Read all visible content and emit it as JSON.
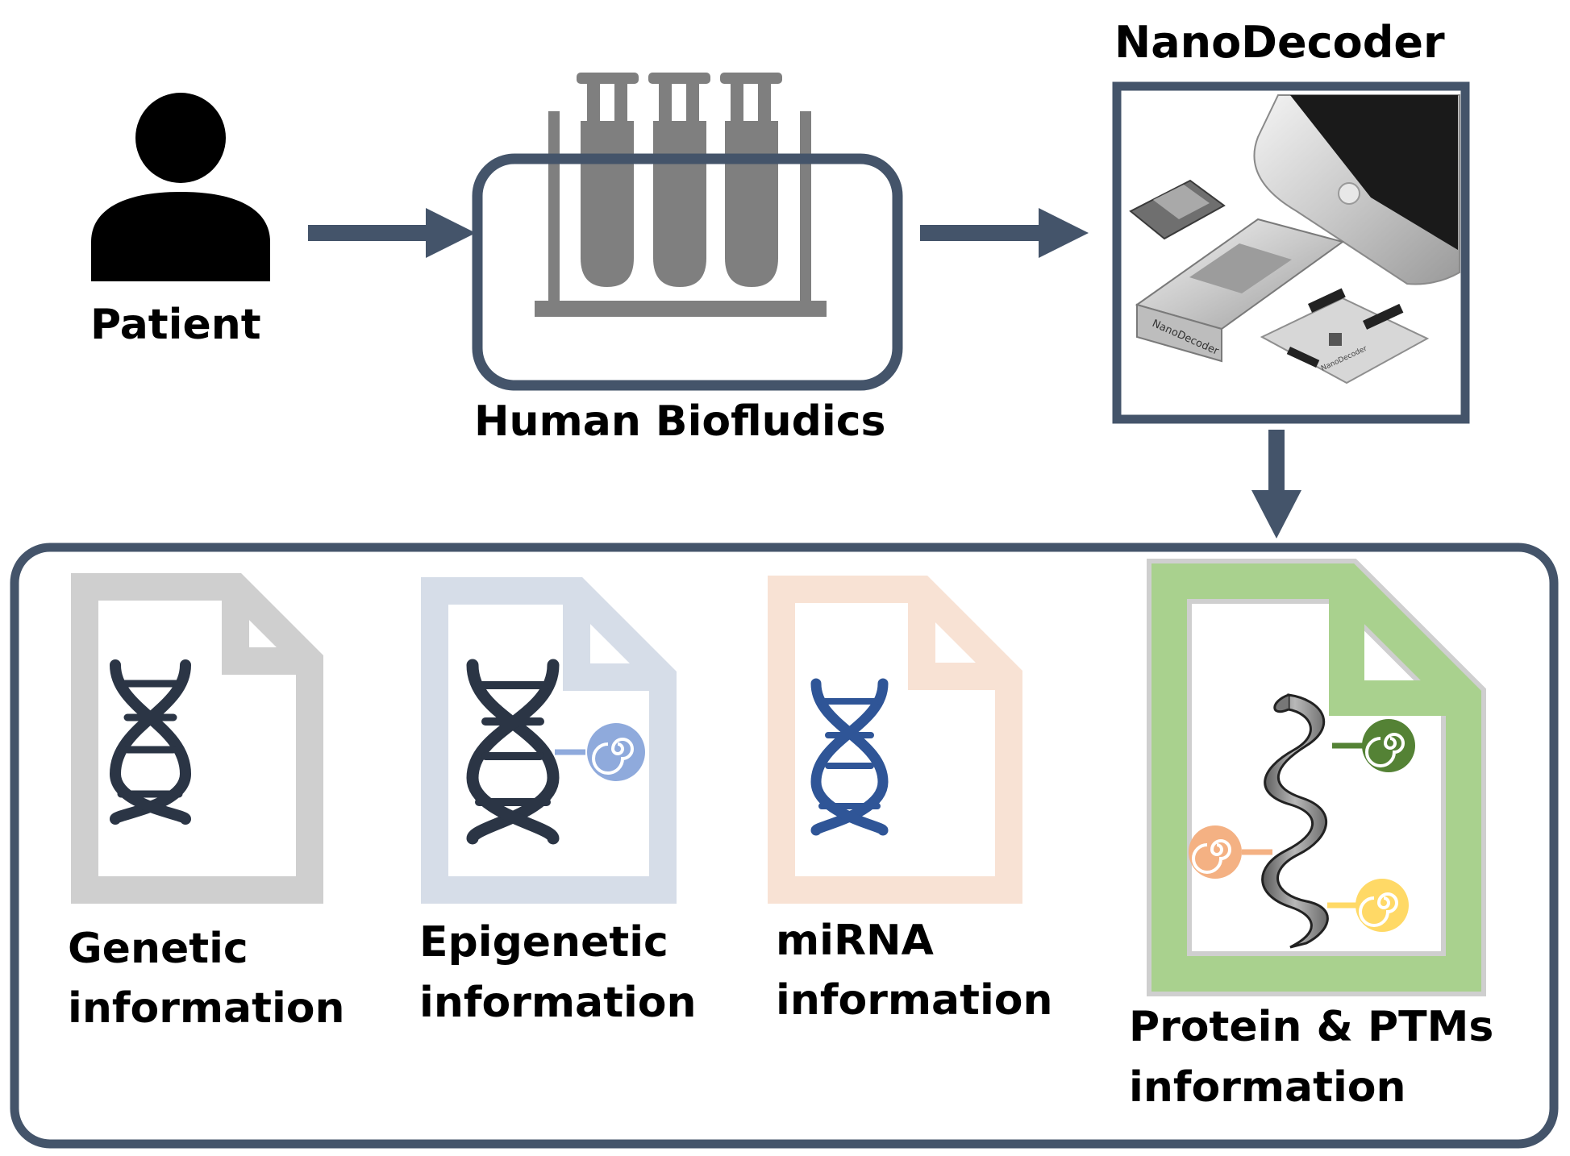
{
  "patient": {
    "label": "Patient",
    "icon": "person-icon"
  },
  "biofluids": {
    "label": "Human Biofludics",
    "icon": "test-tubes-icon"
  },
  "device": {
    "title": "NanoDecoder",
    "icon": "nanodecoder-device-photo",
    "stick_brand": "NanoDecoder",
    "board_brand": "NanoDecoder"
  },
  "outputs": [
    {
      "line1": "Genetic",
      "line2": "information",
      "icon": "dna-icon",
      "color": "#cfcfcf"
    },
    {
      "line1": "Epigenetic",
      "line2": "information",
      "icon": "dna-modification-icon",
      "color": "#d6dde8"
    },
    {
      "line1": "miRNA",
      "line2": "information",
      "icon": "dna-icon",
      "color": "#f8e2d4"
    },
    {
      "line1": "Protein & PTMs",
      "line2": "information",
      "icon": "protein-helix-icon",
      "color": "#a9d18e"
    }
  ],
  "colors": {
    "arrow": "#44546a",
    "frame": "#44546a",
    "tubes": "#7f7f7f",
    "dna_dark": "#2b3545",
    "dna_blue": "#2f5597",
    "spiral_blue": "#8faadc",
    "spiral_green": "#548235",
    "spiral_orange": "#f4b183",
    "spiral_yellow": "#ffd966"
  }
}
